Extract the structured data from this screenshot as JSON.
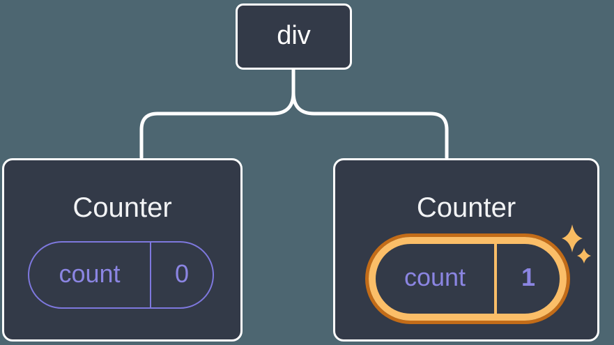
{
  "diagram": {
    "root_node": {
      "label": "div"
    },
    "children": [
      {
        "title": "Counter",
        "state_key": "count",
        "state_value": "0",
        "highlighted": false
      },
      {
        "title": "Counter",
        "state_key": "count",
        "state_value": "1",
        "highlighted": true
      }
    ]
  },
  "icons": {
    "sparkles": "sparkles-icon"
  },
  "colors": {
    "background": "#4d6671",
    "node_fill": "#333a48",
    "node_stroke": "#ffffff",
    "state_text_purple": "#8b85e2",
    "state_border_purple": "#7e78de",
    "highlight_orange_light": "#fbbe68",
    "highlight_orange_dark": "#c36c18",
    "sparkle_orange": "#f9bc62"
  }
}
